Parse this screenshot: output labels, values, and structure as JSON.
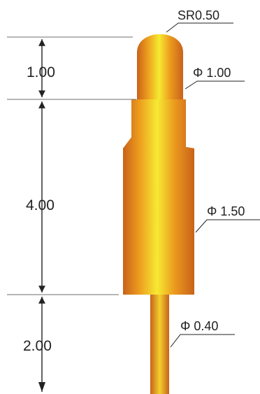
{
  "drawing": {
    "type": "pogo-pin-dimension-drawing",
    "colors": {
      "body_dark": "#c8621a",
      "body_mid": "#ec9a1e",
      "body_light": "#f6ea32",
      "dimension_ink": "#222222",
      "extension_line": "#6e6e6e"
    },
    "callouts": {
      "tip_radius": "SR0.50",
      "tip_diameter": "Φ 1.00",
      "barrel_diameter": "Φ 1.50",
      "tail_diameter": "Φ 0.40"
    },
    "dimensions": {
      "tip_length": "1.00",
      "barrel_length": "4.00",
      "tail_length": "2.00"
    }
  }
}
